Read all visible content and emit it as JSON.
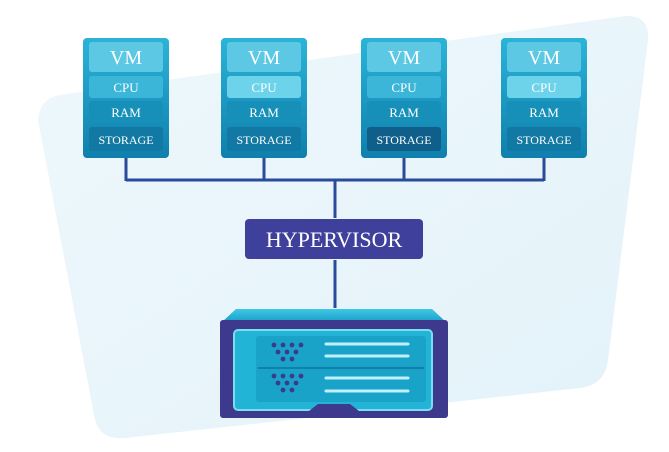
{
  "diagram": {
    "vms": [
      {
        "title": "VM",
        "cpu": "CPU",
        "ram": "RAM",
        "storage": "STORAGE"
      },
      {
        "title": "VM",
        "cpu": "CPU",
        "ram": "RAM",
        "storage": "STORAGE"
      },
      {
        "title": "VM",
        "cpu": "CPU",
        "ram": "RAM",
        "storage": "STORAGE"
      },
      {
        "title": "VM",
        "cpu": "CPU",
        "ram": "RAM",
        "storage": "STORAGE"
      }
    ],
    "hypervisor_label": "HYPERVISOR",
    "server_icon": "server-hardware-icon"
  },
  "colors": {
    "background_blob": "#e9f5fb",
    "vm_body": "#1aa3c8",
    "vm_title": "#5cc8e3",
    "vm_cpu": "#3bb6d8",
    "vm_ram": "#1690b8",
    "vm_storage": "#1179a3",
    "connector": "#2a4a9c",
    "hypervisor": "#3f3f9c",
    "server_dark": "#3d3a8e",
    "server_teal": "#22b4d6"
  }
}
